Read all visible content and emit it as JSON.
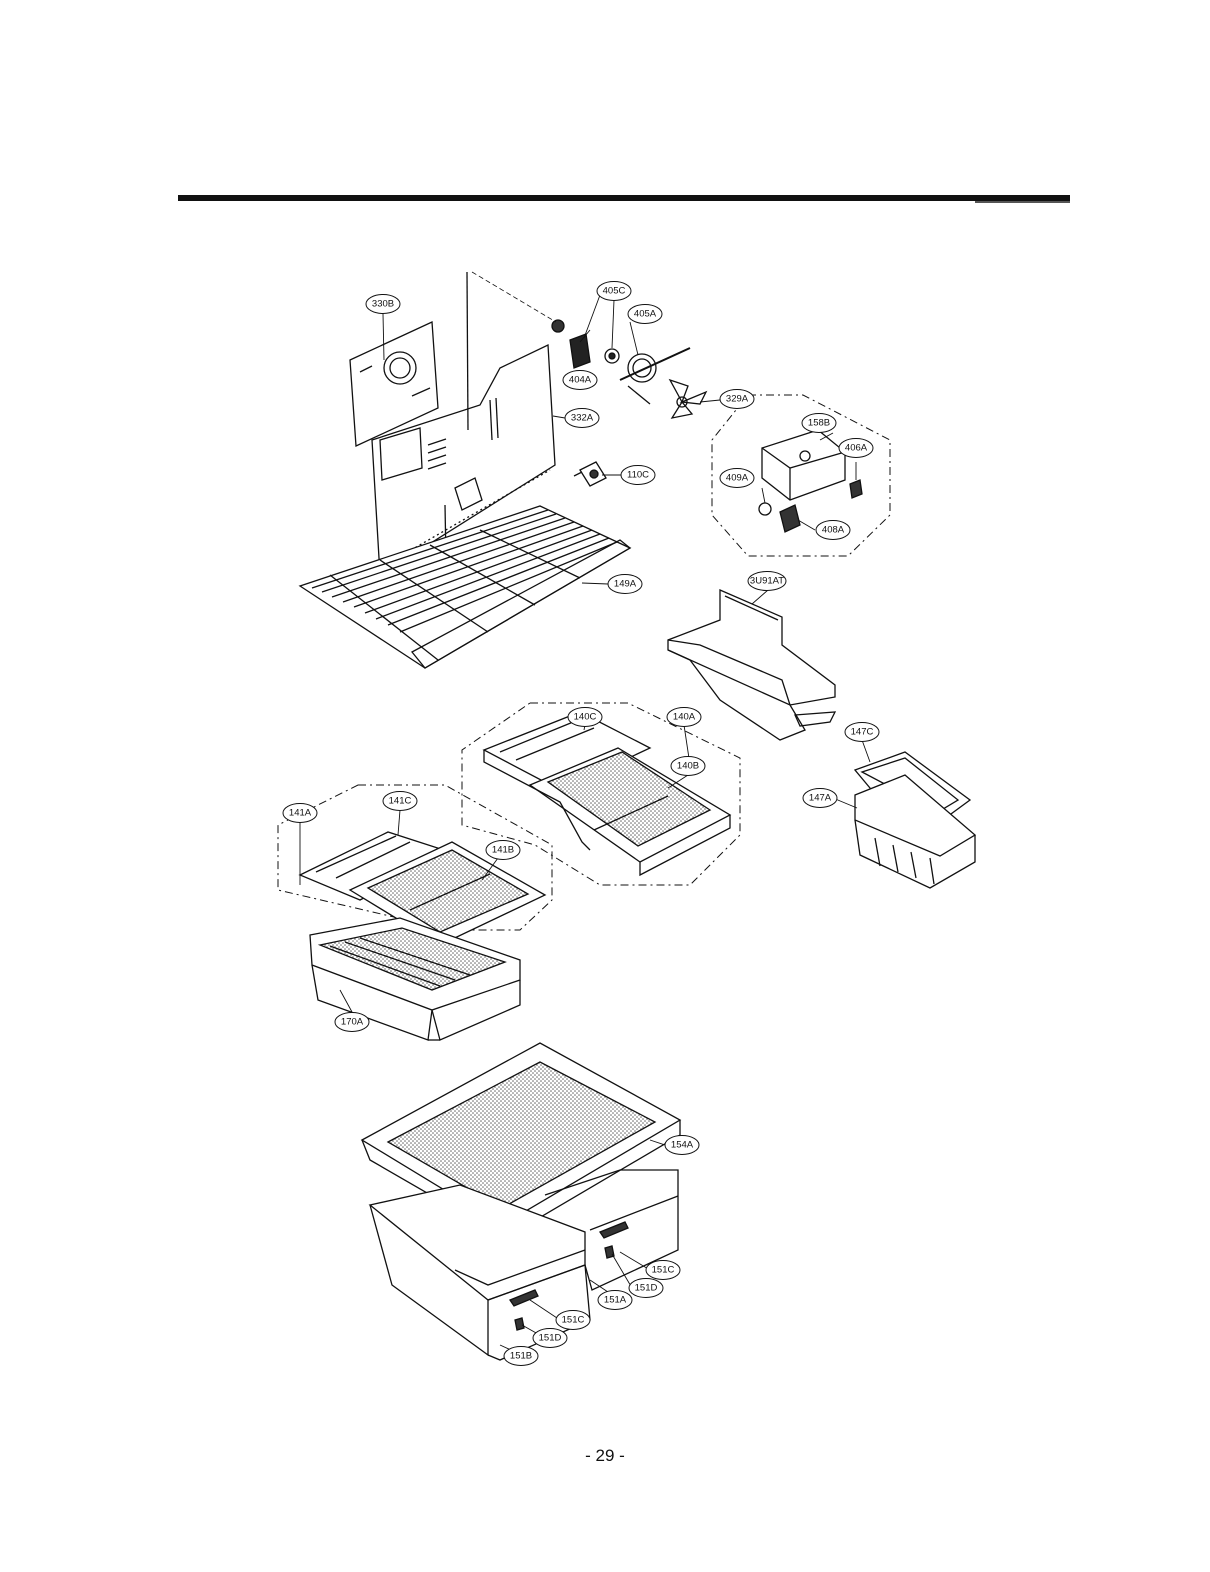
{
  "page": {
    "page_number": "- 29 -"
  },
  "diagram": {
    "callouts": {
      "c330B": "330B",
      "c405C": "405C",
      "c405A": "405A",
      "c404A": "404A",
      "c332A": "332A",
      "c329A": "329A",
      "c158B": "158B",
      "c406A": "406A",
      "c409A": "409A",
      "c408A": "408A",
      "c110C": "110C",
      "c149A": "149A",
      "c3U91AT": "3U91AT",
      "c140C": "140C",
      "c140A": "140A",
      "c140B": "140B",
      "c147C": "147C",
      "c147A": "147A",
      "c141A": "141A",
      "c141C": "141C",
      "c141B": "141B",
      "c170A": "170A",
      "c154A": "154A",
      "c151C_right": "151C",
      "c151D_right": "151D",
      "c151A": "151A",
      "c151C_left": "151C",
      "c151D_left": "151D",
      "c151B": "151B"
    }
  }
}
